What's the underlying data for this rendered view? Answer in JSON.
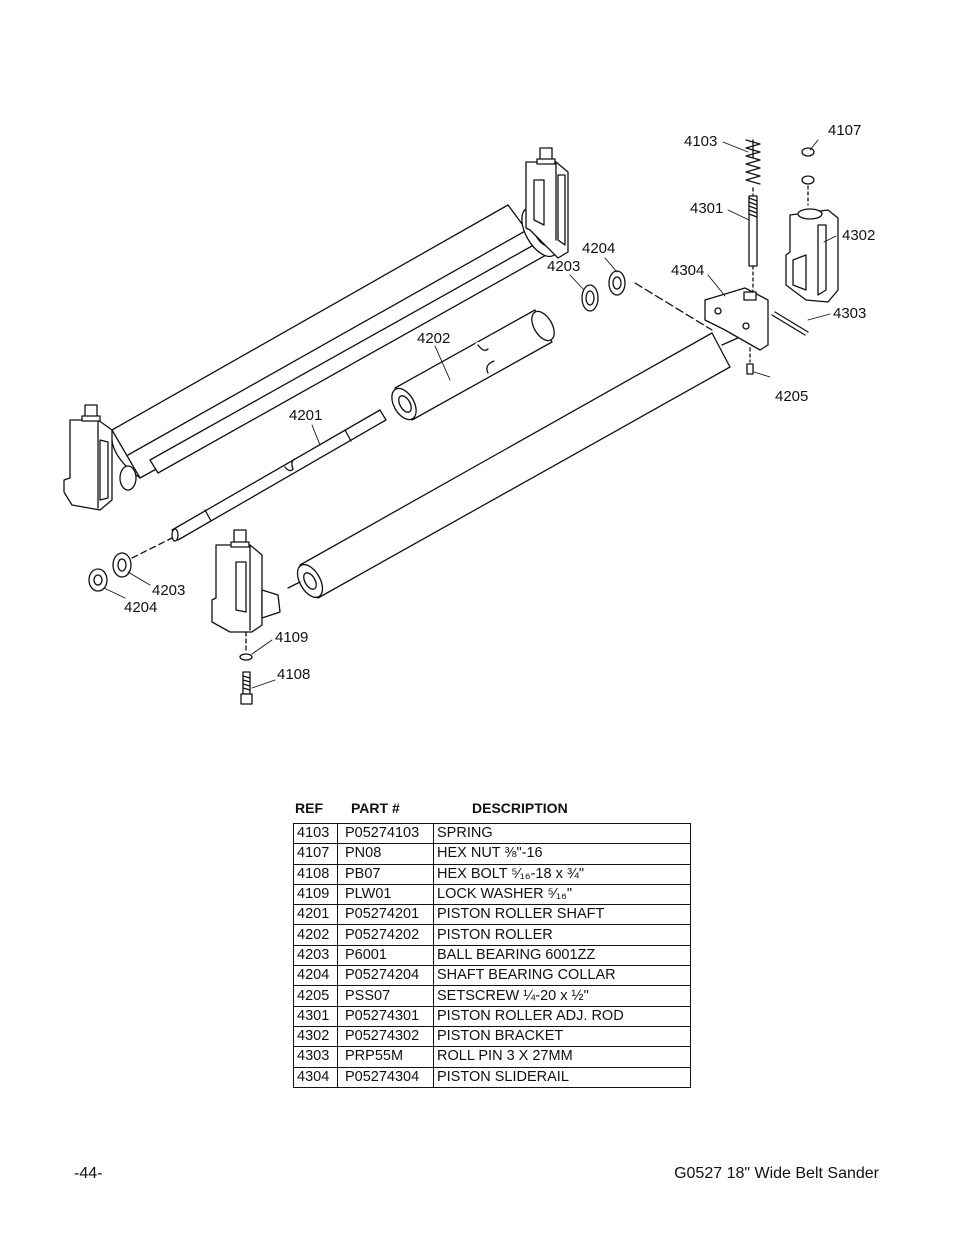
{
  "callouts": [
    {
      "id": "c4103a",
      "text": "4103"
    },
    {
      "id": "c4107",
      "text": "4107"
    },
    {
      "id": "c4301",
      "text": "4301"
    },
    {
      "id": "c4302",
      "text": "4302"
    },
    {
      "id": "c4204a",
      "text": "4204"
    },
    {
      "id": "c4203a",
      "text": "4203"
    },
    {
      "id": "c4304",
      "text": "4304"
    },
    {
      "id": "c4303",
      "text": "4303"
    },
    {
      "id": "c4202",
      "text": "4202"
    },
    {
      "id": "c4205",
      "text": "4205"
    },
    {
      "id": "c4201",
      "text": "4201"
    },
    {
      "id": "c4203b",
      "text": "4203"
    },
    {
      "id": "c4204b",
      "text": "4204"
    },
    {
      "id": "c4109",
      "text": "4109"
    },
    {
      "id": "c4108",
      "text": "4108"
    }
  ],
  "parts_table": {
    "headers": {
      "ref": "REF",
      "part": "PART #",
      "description": "DESCRIPTION"
    },
    "rows": [
      {
        "ref": "4103",
        "part": "P05274103",
        "description": "SPRING"
      },
      {
        "ref": "4107",
        "part": "PN08",
        "description": "HEX NUT ⅜\"-16"
      },
      {
        "ref": "4108",
        "part": "PB07",
        "description": "HEX BOLT ⁵⁄₁₆-18 x ¾\""
      },
      {
        "ref": "4109",
        "part": "PLW01",
        "description": "LOCK WASHER ⁵⁄₁₆\""
      },
      {
        "ref": "4201",
        "part": "P05274201",
        "description": "PISTON ROLLER SHAFT"
      },
      {
        "ref": "4202",
        "part": "P05274202",
        "description": "PISTON ROLLER"
      },
      {
        "ref": "4203",
        "part": "P6001",
        "description": "BALL BEARING 6001ZZ"
      },
      {
        "ref": "4204",
        "part": "P05274204",
        "description": "SHAFT BEARING COLLAR"
      },
      {
        "ref": "4205",
        "part": "PSS07",
        "description": "SETSCREW ¼-20 x ½\""
      },
      {
        "ref": "4301",
        "part": "P05274301",
        "description": "PISTON ROLLER ADJ. ROD"
      },
      {
        "ref": "4302",
        "part": "P05274302",
        "description": "PISTON BRACKET"
      },
      {
        "ref": "4303",
        "part": "PRP55M",
        "description": "ROLL PIN 3 X 27MM"
      },
      {
        "ref": "4304",
        "part": "P05274304",
        "description": "PISTON SLIDERAIL"
      }
    ]
  },
  "footer": {
    "page_number": "-44-",
    "manual_title": "G0527  18\" Wide Belt Sander"
  }
}
